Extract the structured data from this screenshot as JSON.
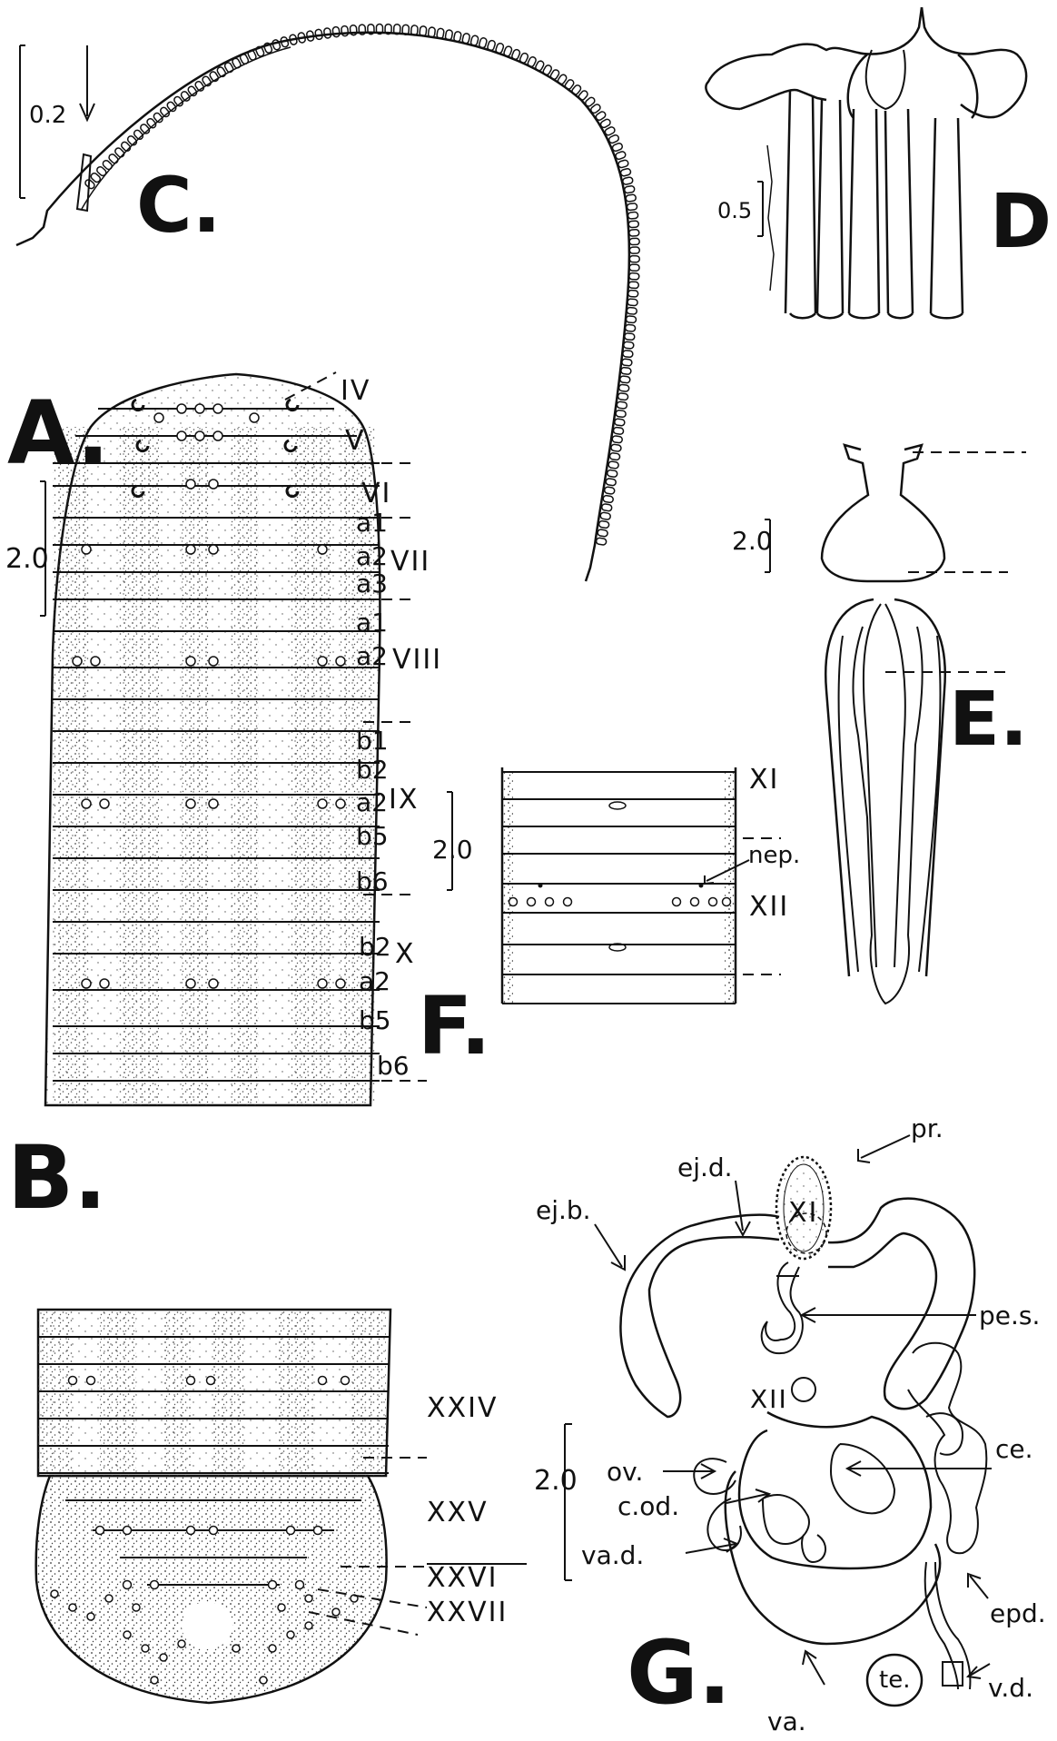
{
  "figure_labels": {
    "A": "A.",
    "B": "B.",
    "C": "C.",
    "D": "D.",
    "E": "E.",
    "F": "F.",
    "G": "G."
  },
  "scale_bars": {
    "A": "2.0",
    "B": "2.0",
    "C": "0.2",
    "D": "0.5",
    "E": "2.0",
    "F": "2.0"
  },
  "panel_A": {
    "segments": {
      "IV": "IV",
      "V": "V",
      "VI": "VI",
      "VII": "VII",
      "VIII": "VIII",
      "IX": "IX",
      "X": "X"
    },
    "annuli": {
      "a1_vii": "a1",
      "a2_vii": "a2",
      "a3_vii": "a3",
      "a1_viii": "a1",
      "a2_viii": "a2",
      "b1_ix": "b1",
      "b2_ix": "b2",
      "a2_ix": "a2",
      "b5_ix": "b5",
      "b6_ix": "b6",
      "b2_x": "b2",
      "a2_x": "a2",
      "b5_x": "b5",
      "b6_x": "b6"
    }
  },
  "panel_B": {
    "segments": {
      "XXIV": "XXIV",
      "XXV": "XXV",
      "XXVI": "XXVI",
      "XXVII": "XXVII"
    }
  },
  "panel_F": {
    "segments": {
      "XI": "XI",
      "XII": "XII"
    },
    "nep": "nep."
  },
  "panel_G": {
    "pr": "pr.",
    "ejd": "ej.d.",
    "ejb": "ej.b.",
    "XI": "XI",
    "pes": "pe.s.",
    "XII": "XII",
    "ce": "ce.",
    "ov": "ov.",
    "cod": "c.od.",
    "vad": "va.d.",
    "epd": "epd.",
    "te": "te.",
    "va": "va.",
    "vd": "v.d."
  }
}
